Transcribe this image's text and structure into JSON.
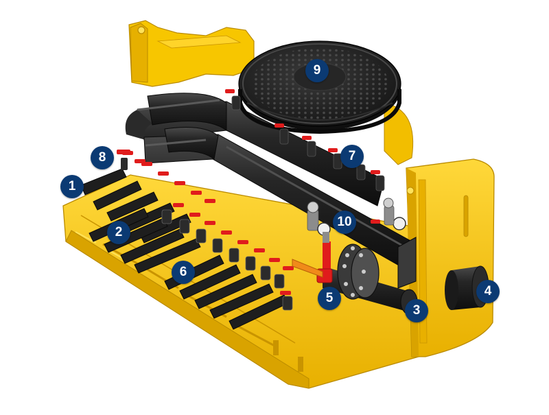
{
  "palette": {
    "tank_yellow": "#f7c600",
    "tank_shadow": "#d9a300",
    "tank_dark": "#b98a00",
    "pipe_black": "#1e1e1e",
    "pipe_highlight": "#4a4a4a",
    "valve_red": "#e01c1c",
    "valve_orange": "#f08a1a",
    "gauge_grey": "#9a9a9a",
    "callout_blue": "#0b3a73"
  },
  "callouts": [
    {
      "id": "1",
      "label": "1"
    },
    {
      "id": "2",
      "label": "2"
    },
    {
      "id": "3",
      "label": "3"
    },
    {
      "id": "4",
      "label": "4"
    },
    {
      "id": "5",
      "label": "5"
    },
    {
      "id": "6",
      "label": "6"
    },
    {
      "id": "7",
      "label": "7"
    },
    {
      "id": "8",
      "label": "8"
    },
    {
      "id": "9",
      "label": "9"
    },
    {
      "id": "10",
      "label": "10"
    }
  ],
  "components": {
    "enclosure": "yellow-tank-enclosure",
    "lid": "manhole-cover",
    "header_pipes": "black-manifold-header-pipes",
    "outlets": "outlet-pipe-stubs",
    "valves": "red-ball-valves",
    "main_valve": "red-gate-valve-handle",
    "gauges": "pressure-gauges",
    "inlet": "inlet-pipe",
    "flange": "flanged-connection"
  }
}
